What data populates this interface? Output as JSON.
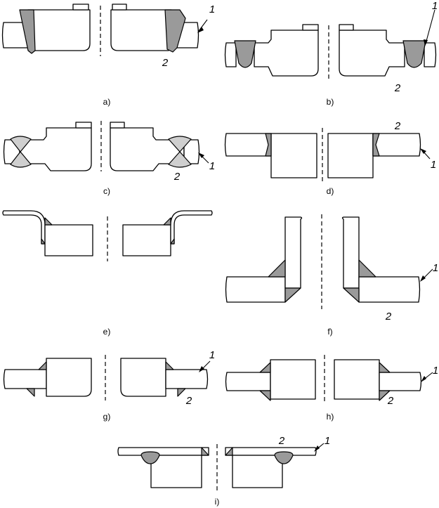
{
  "figure": {
    "panels": [
      {
        "caption": "a)",
        "callout_1": "1",
        "callout_2": "2"
      },
      {
        "caption": "b)",
        "callout_1": "1",
        "callout_2": "2"
      },
      {
        "caption": "c)",
        "callout_1": "1",
        "callout_2": "2"
      },
      {
        "caption": "d)",
        "callout_1": "1",
        "callout_2": "2"
      },
      {
        "caption": "e)"
      },
      {
        "caption": "f)",
        "callout_1": "1",
        "callout_2": "2"
      },
      {
        "caption": "g)",
        "callout_1": "1",
        "callout_2": "2"
      },
      {
        "caption": "h)",
        "callout_1": "1",
        "callout_2": "2"
      },
      {
        "caption": "i)",
        "callout_1": "1",
        "callout_2": "2"
      }
    ]
  },
  "colors": {
    "weld_dark": "#9a9a9a",
    "weld_light": "#cfcfcf",
    "stroke": "#000000"
  }
}
